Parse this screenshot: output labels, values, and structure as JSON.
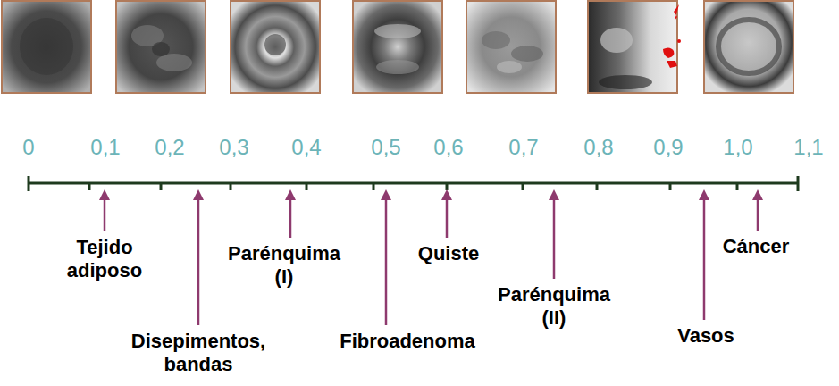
{
  "diagram": {
    "labels": [
      "0",
      "0,1",
      "0,2",
      "0,3",
      "0,4",
      "0,5",
      "0,6",
      "0,7",
      "0,8",
      "0,9",
      "1,0",
      "1,1",
      "Tejido adiposo",
      "Disepimentos, bandas",
      "Parénquima (I)",
      "Fibroadenoma",
      "Quiste",
      "Parénquima (II)",
      "Vasos",
      "Cáncer"
    ]
  }
}
